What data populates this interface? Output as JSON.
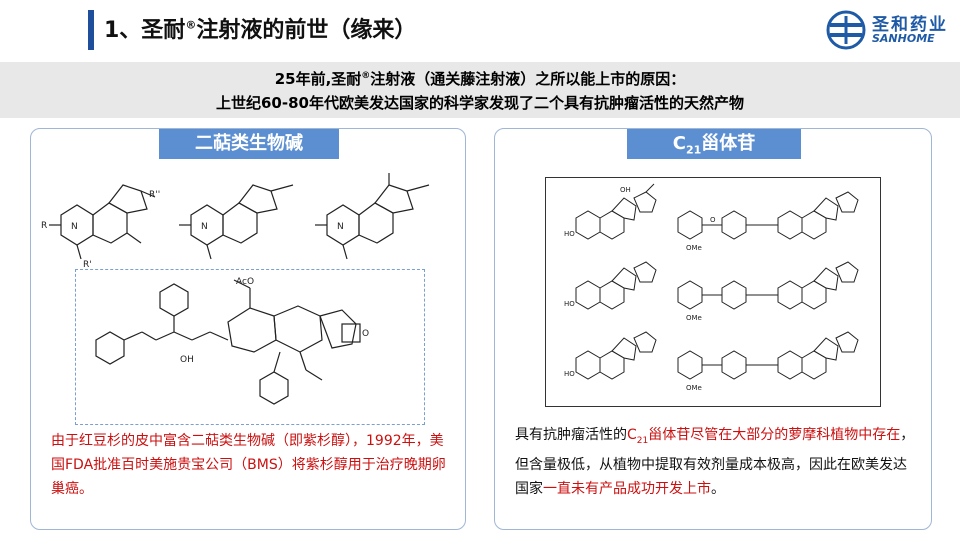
{
  "header": {
    "title": "1、圣耐",
    "title_sup": "®",
    "title_rest": "注射液的前世（缘来）",
    "logo_cn": "圣和药业",
    "logo_en": "SANHOME"
  },
  "banner": {
    "line1_pre": "25年前,圣耐",
    "line1_sup": "®",
    "line1_post": "注射液（通关藤注射液）之所以能上市的原因：",
    "line2": "上世纪60-80年代欧美发达国家的科学家发现了二个具有抗肿瘤活性的天然产物"
  },
  "left_panel": {
    "tag": "二萜类生物碱",
    "description": "由于红豆杉的皮中富含二萜类生物碱（即紫杉醇），1992年，美国FDA批准百时美施贵宝公司（BMS）将紫杉醇用于治疗晚期卵巢癌。",
    "structure_labels": [
      "R",
      "R''",
      "R'",
      "N",
      "OH",
      "O",
      "AcO"
    ]
  },
  "right_panel": {
    "tag_pre": "C",
    "tag_sub": "21",
    "tag_post": "甾体苷",
    "desc_1": "具有抗肿瘤活性的",
    "desc_c": "C",
    "desc_sub": "21",
    "desc_2": "甾体苷尽管在",
    "desc_red1": "大部分的萝摩科植物中存在",
    "desc_3": "，但含量极低，从植物中提取有效剂量成本极高，因此在欧美发达国家",
    "desc_red2": "一直未有产品成功开发上市",
    "desc_4": "。",
    "structure_labels": [
      "HO",
      "OH",
      "O",
      "OMe"
    ]
  },
  "colors": {
    "accent_blue": "#1f4e9c",
    "tag_blue": "#5c8fd1",
    "highlight_red": "#cc1010",
    "banner_gray": "#e8e8e8"
  }
}
